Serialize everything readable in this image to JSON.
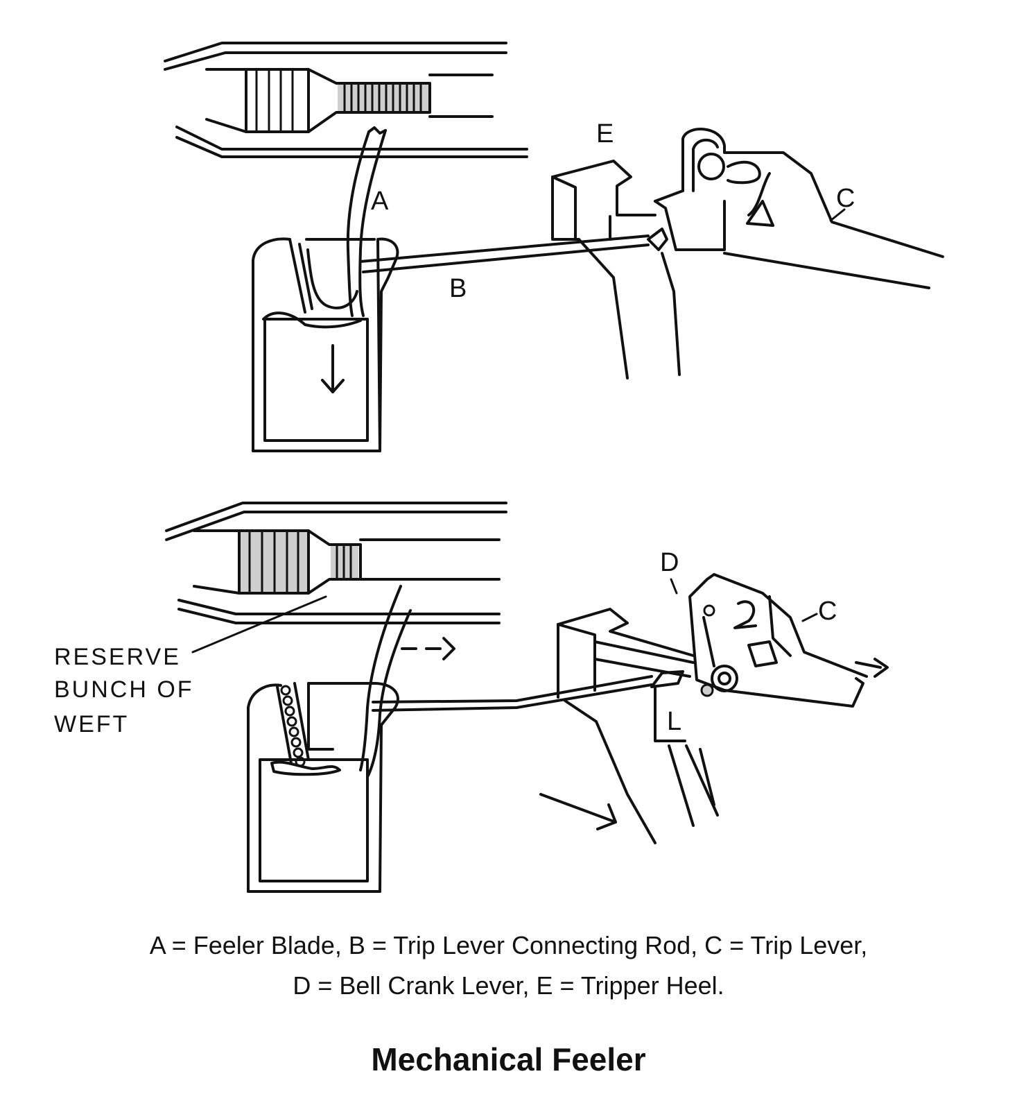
{
  "labels": {
    "a": "A",
    "b": "B",
    "c_top": "C",
    "e": "E",
    "d": "D",
    "c_bottom": "C",
    "l": "L",
    "reserve_line1": "RESERVE",
    "reserve_line2": "BUNCH OF",
    "reserve_line3": "WEFT"
  },
  "caption": {
    "line1": "A = Feeler Blade, B = Trip Lever Connecting Rod, C = Trip Lever,",
    "line2": "D = Bell Crank Lever, E = Tripper Heel."
  },
  "title": "Mechanical Feeler"
}
